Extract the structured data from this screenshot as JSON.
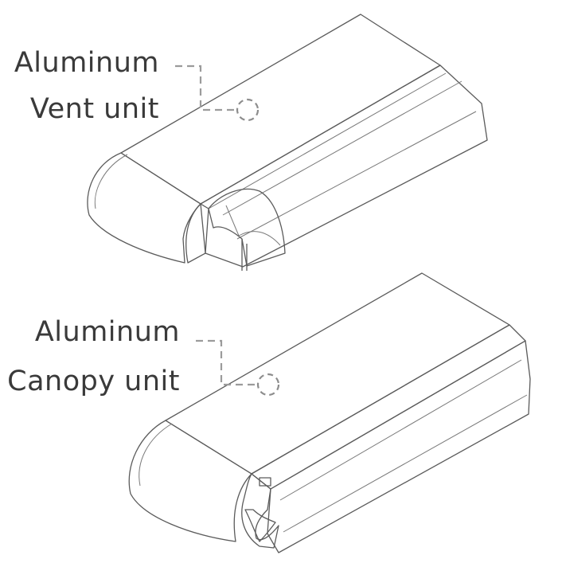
{
  "products": [
    {
      "material": "Aluminum",
      "unit": "Vent unit"
    },
    {
      "material": "Aluminum",
      "unit": "Canopy unit"
    }
  ],
  "colors": {
    "background": "#ffffff",
    "body_light": "#ececec",
    "body_mid": "#dedede",
    "body_dark": "#cfcfcf",
    "label_text": "#3a3a3a",
    "leader_line": "#9b9b9b"
  }
}
